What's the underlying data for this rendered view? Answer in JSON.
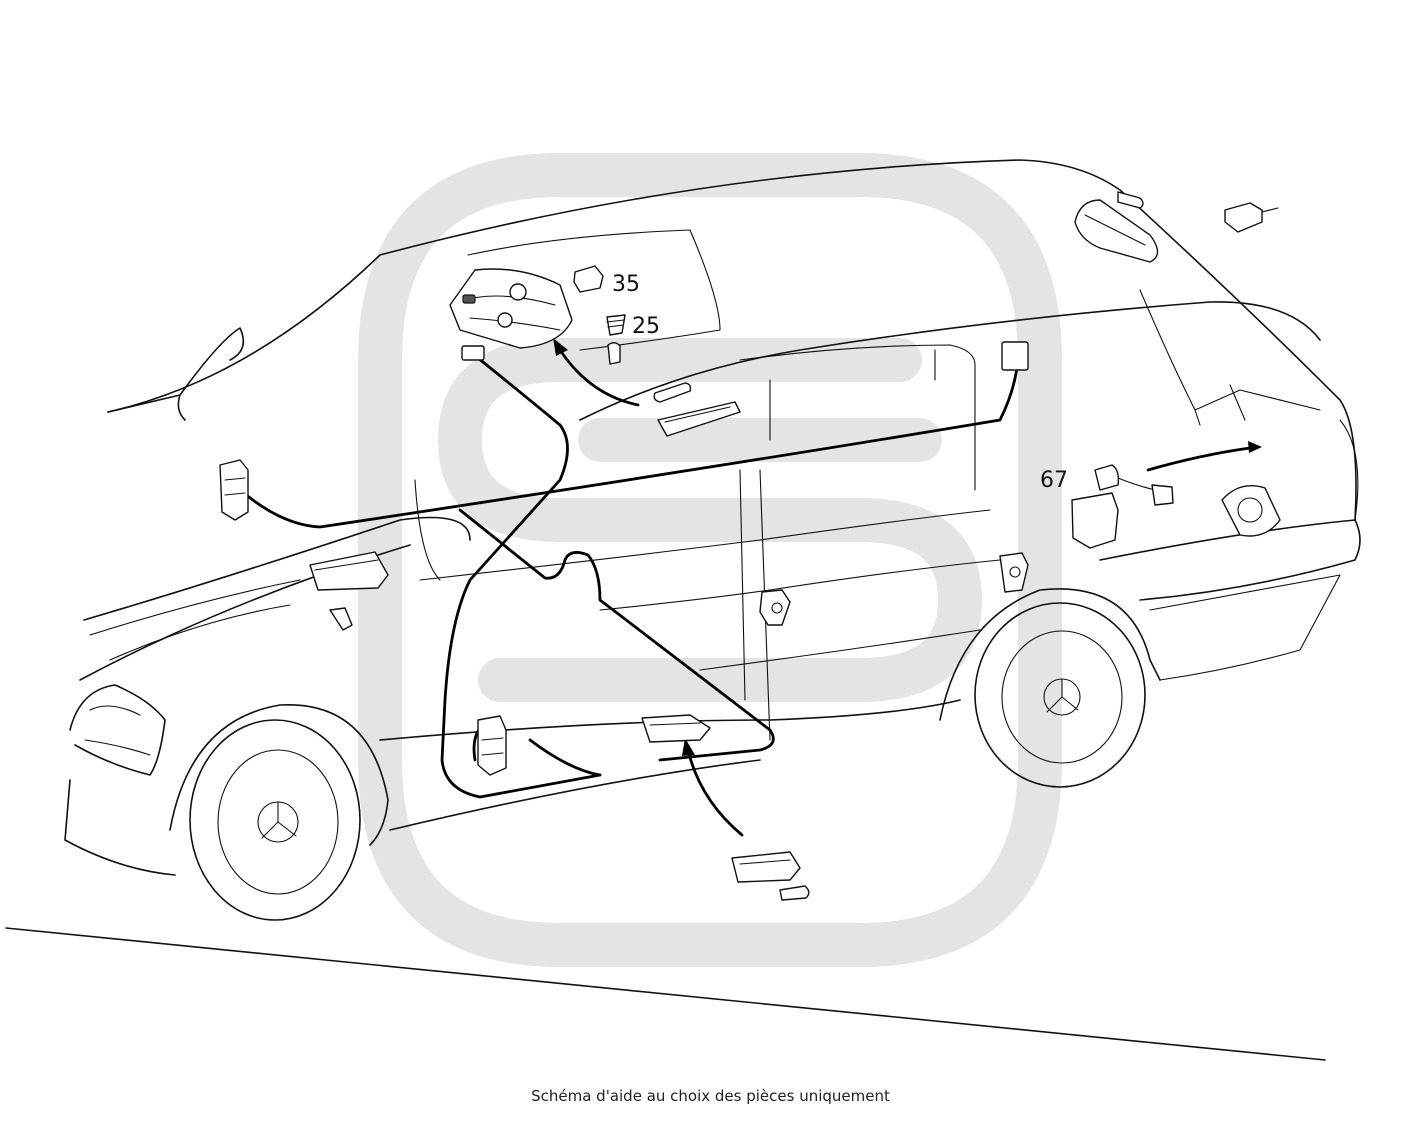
{
  "callouts": [
    {
      "id": "35",
      "label": "35"
    },
    {
      "id": "25",
      "label": "25"
    },
    {
      "id": "67",
      "label": "67"
    }
  ],
  "caption": "Schéma d'aide au choix des pièces uniquement",
  "colors": {
    "line": "#111111",
    "watermark": "#e4e4e4",
    "background": "#ffffff"
  }
}
